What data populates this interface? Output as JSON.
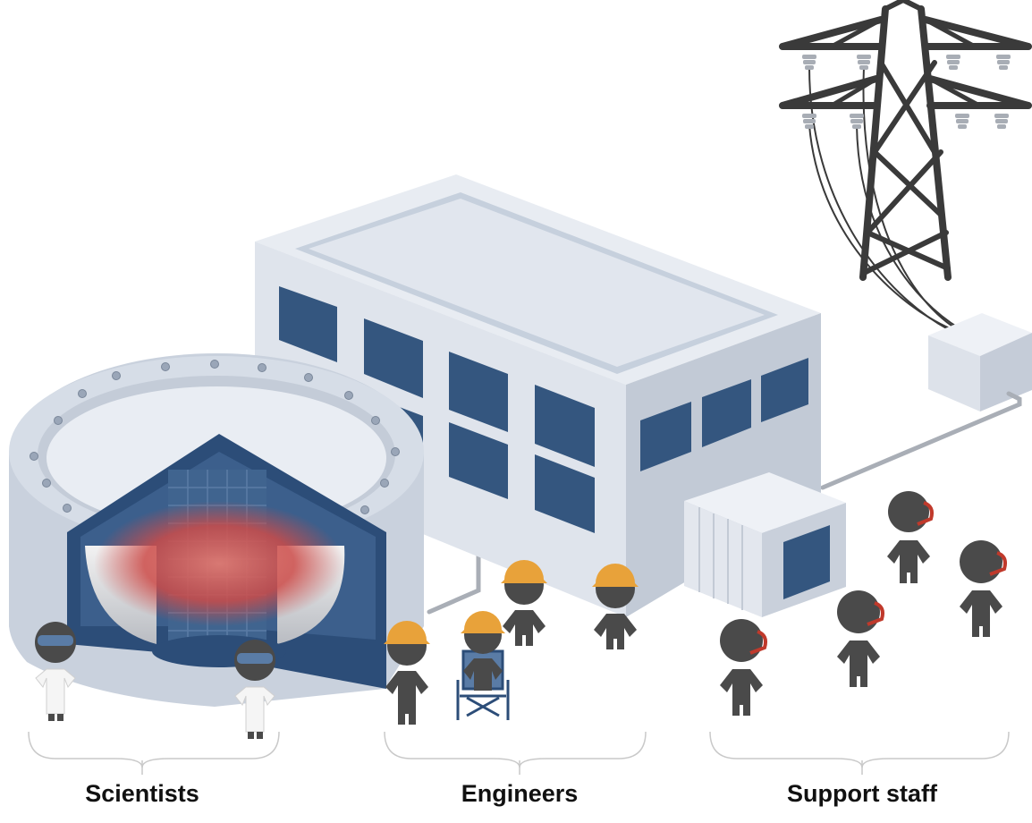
{
  "groups": {
    "scientists": "Scientists",
    "engineers": "Engineers",
    "support_staff": "Support staff"
  },
  "colors": {
    "building_wall": "#dfe4ec",
    "building_side": "#c2cad6",
    "window": "#34567f",
    "person": "#4a4a4a",
    "hard_hat": "#e8a23a",
    "headset": "#c0392b",
    "plasma": "#d25a55",
    "pylon": "#3a3a3a"
  },
  "icons": [
    "fusion-reactor-icon",
    "office-building-icon",
    "power-pylon-icon",
    "transformer-box-icon",
    "scientist-icon",
    "engineer-icon",
    "wheelchair-icon",
    "support-staff-icon"
  ]
}
